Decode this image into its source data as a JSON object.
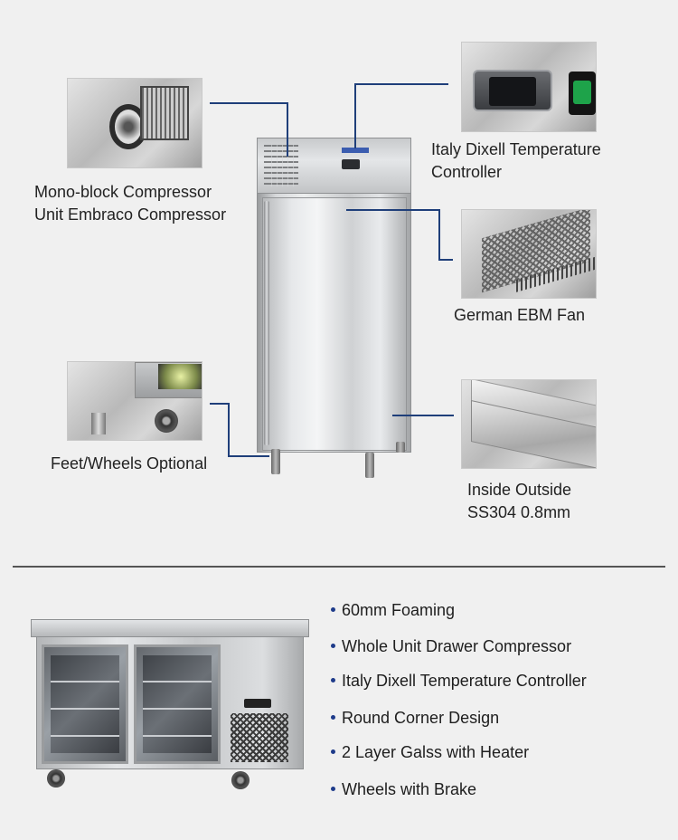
{
  "callouts": {
    "compressor": [
      "Mono-block Compressor",
      "Unit Embraco Compressor"
    ],
    "controller": [
      "Italy Dixell Temperature",
      "Controller"
    ],
    "fan": [
      "German EBM Fan"
    ],
    "feet": [
      "Feet/Wheels Optional"
    ],
    "steel": [
      "Inside Outside",
      "SS304 0.8mm"
    ]
  },
  "features": [
    "60mm Foaming",
    "Whole Unit Drawer Compressor",
    "Italy Dixell Temperature Controller",
    "Round Corner Design",
    "2 Layer Galss with Heater",
    "Wheels with Brake"
  ],
  "colors": {
    "leader_line": "#1f3f7a",
    "bullet": "#1e3b8a",
    "background": "#f0f0f0",
    "divider": "#555555"
  }
}
